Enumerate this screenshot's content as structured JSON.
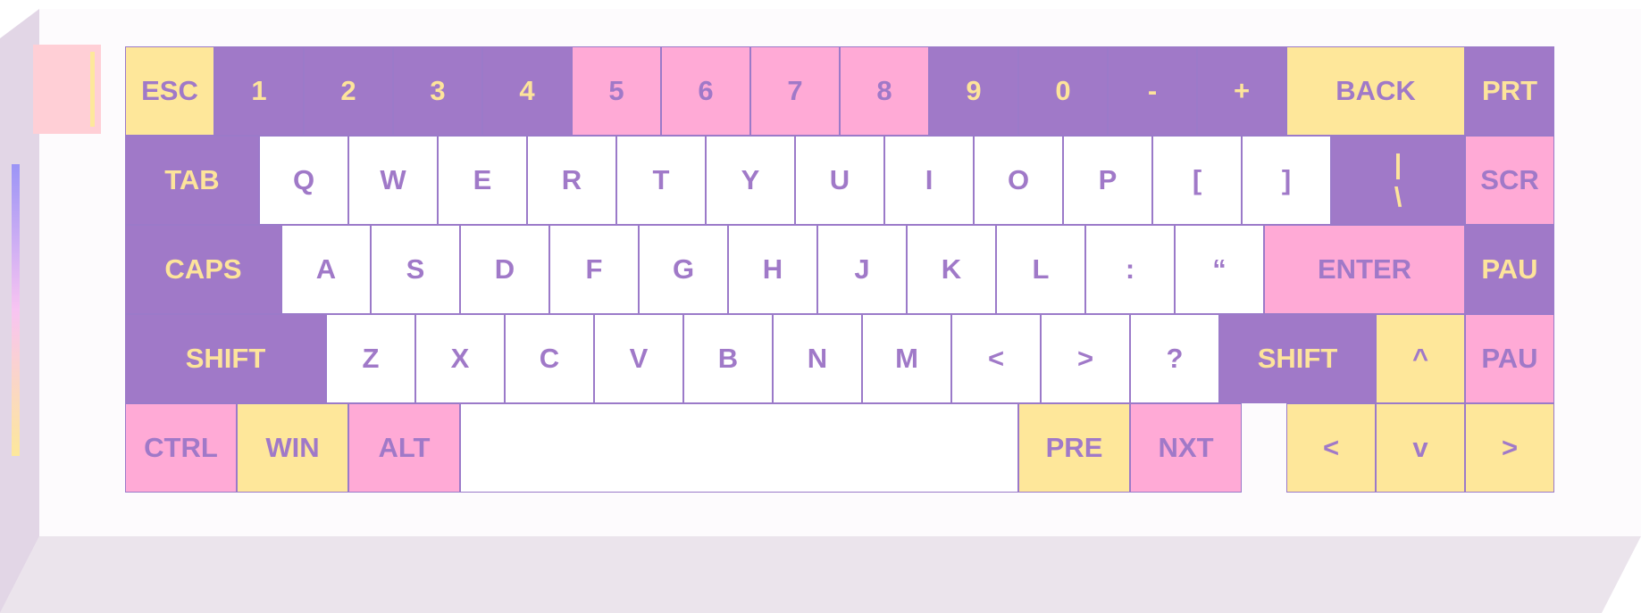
{
  "keyboard": {
    "colors": {
      "purple": "#a079c8",
      "pink": "#ffaad6",
      "yellow": "#fee79a",
      "white": "#ffffff",
      "label_light": "#fde49b",
      "label_dark": "#a079c8",
      "case_top": "#fdfbfd",
      "case_side": "#e2d6e6",
      "case_front": "#ebe4ec"
    },
    "indicator_colors": [
      "#9b94f6",
      "#f8c4f2",
      "#fde89b"
    ],
    "rows": [
      [
        {
          "label": "ESC",
          "color": "yellow",
          "w": 1
        },
        {
          "label": "1",
          "color": "purple",
          "w": 1
        },
        {
          "label": "2",
          "color": "purple",
          "w": 1
        },
        {
          "label": "3",
          "color": "purple",
          "w": 1
        },
        {
          "label": "4",
          "color": "purple",
          "w": 1
        },
        {
          "label": "5",
          "color": "pink",
          "w": 1
        },
        {
          "label": "6",
          "color": "pink",
          "w": 1
        },
        {
          "label": "7",
          "color": "pink",
          "w": 1
        },
        {
          "label": "8",
          "color": "pink",
          "w": 1
        },
        {
          "label": "9",
          "color": "purple",
          "w": 1
        },
        {
          "label": "0",
          "color": "purple",
          "w": 1
        },
        {
          "label": "-",
          "color": "purple",
          "w": 1
        },
        {
          "label": "+",
          "color": "purple",
          "w": 1
        },
        {
          "label": "BACK",
          "color": "yellow",
          "w": 2
        },
        {
          "label": "PRT",
          "color": "purple",
          "w": 1
        }
      ],
      [
        {
          "label": "TAB",
          "color": "purple",
          "w": 1.5
        },
        {
          "label": "Q",
          "color": "white",
          "w": 1
        },
        {
          "label": "W",
          "color": "white",
          "w": 1
        },
        {
          "label": "E",
          "color": "white",
          "w": 1
        },
        {
          "label": "R",
          "color": "white",
          "w": 1
        },
        {
          "label": "T",
          "color": "white",
          "w": 1
        },
        {
          "label": "Y",
          "color": "white",
          "w": 1
        },
        {
          "label": "U",
          "color": "white",
          "w": 1
        },
        {
          "label": "I",
          "color": "white",
          "w": 1
        },
        {
          "label": "O",
          "color": "white",
          "w": 1
        },
        {
          "label": "P",
          "color": "white",
          "w": 1
        },
        {
          "label": "[",
          "color": "white",
          "w": 1
        },
        {
          "label": "]",
          "color": "white",
          "w": 1
        },
        {
          "label": "|\n\\",
          "color": "purple",
          "w": 1.5
        },
        {
          "label": "SCR",
          "color": "pink",
          "w": 1
        }
      ],
      [
        {
          "label": "CAPS",
          "color": "purple",
          "w": 1.75
        },
        {
          "label": "A",
          "color": "white",
          "w": 1
        },
        {
          "label": "S",
          "color": "white",
          "w": 1
        },
        {
          "label": "D",
          "color": "white",
          "w": 1
        },
        {
          "label": "F",
          "color": "white",
          "w": 1
        },
        {
          "label": "G",
          "color": "white",
          "w": 1
        },
        {
          "label": "H",
          "color": "white",
          "w": 1
        },
        {
          "label": "J",
          "color": "white",
          "w": 1
        },
        {
          "label": "K",
          "color": "white",
          "w": 1
        },
        {
          "label": "L",
          "color": "white",
          "w": 1
        },
        {
          "label": ":",
          "color": "white",
          "w": 1
        },
        {
          "label": "“",
          "color": "white",
          "w": 1
        },
        {
          "label": "ENTER",
          "color": "pink",
          "w": 2.25
        },
        {
          "label": "PAU",
          "color": "purple",
          "w": 1
        }
      ],
      [
        {
          "label": "SHIFT",
          "color": "purple",
          "w": 2.25
        },
        {
          "label": "Z",
          "color": "white",
          "w": 1
        },
        {
          "label": "X",
          "color": "white",
          "w": 1
        },
        {
          "label": "C",
          "color": "white",
          "w": 1
        },
        {
          "label": "V",
          "color": "white",
          "w": 1
        },
        {
          "label": "B",
          "color": "white",
          "w": 1
        },
        {
          "label": "N",
          "color": "white",
          "w": 1
        },
        {
          "label": "M",
          "color": "white",
          "w": 1
        },
        {
          "label": "<",
          "color": "white",
          "w": 1
        },
        {
          "label": ">",
          "color": "white",
          "w": 1
        },
        {
          "label": "?",
          "color": "white",
          "w": 1
        },
        {
          "label": "SHIFT",
          "color": "purple",
          "w": 1.75
        },
        {
          "label": "^",
          "color": "yellow",
          "w": 1
        },
        {
          "label": "PAU",
          "color": "pink",
          "w": 1
        }
      ],
      [
        {
          "label": "CTRL",
          "color": "pink",
          "w": 1.25
        },
        {
          "label": "WIN",
          "color": "yellow",
          "w": 1.25
        },
        {
          "label": "ALT",
          "color": "pink",
          "w": 1.25
        },
        {
          "label": "",
          "color": "white",
          "w": 6.25
        },
        {
          "label": "PRE",
          "color": "yellow",
          "w": 1.25
        },
        {
          "label": "NXT",
          "color": "pink",
          "w": 1.25
        },
        {
          "gap": 0.5
        },
        {
          "label": "<",
          "color": "yellow",
          "w": 1
        },
        {
          "label": "v",
          "color": "yellow",
          "w": 1
        },
        {
          "label": ">",
          "color": "yellow",
          "w": 1
        }
      ]
    ]
  }
}
